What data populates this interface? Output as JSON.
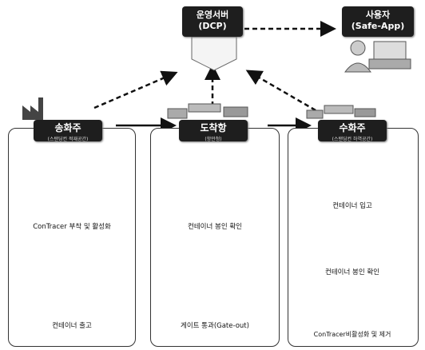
{
  "server": {
    "title": "운영서버",
    "subtitle": "(DCP)"
  },
  "user": {
    "title": "사용자",
    "subtitle": "(Safe-App)"
  },
  "shipper": {
    "title": "송화주",
    "subtitle": "(스탠딩컨 적재공간)"
  },
  "port": {
    "title": "도착항",
    "subtitle": "(항만청)"
  },
  "consignee": {
    "title": "수화주",
    "subtitle": "(스탠딩컨 하역공간)"
  },
  "captions": {
    "shipper_step1": "ConTracer 부착 및 활성화",
    "shipper_step2": "컨테이너 출고",
    "port_step1": "컨테이너 봉인 확인",
    "port_step2": "게이트 통과(Gate-out)",
    "consignee_step1": "컨테이너 입고",
    "consignee_step2": "컨테이너 봉인 확인",
    "consignee_step3": "ConTracer비활성화 및 제거"
  }
}
